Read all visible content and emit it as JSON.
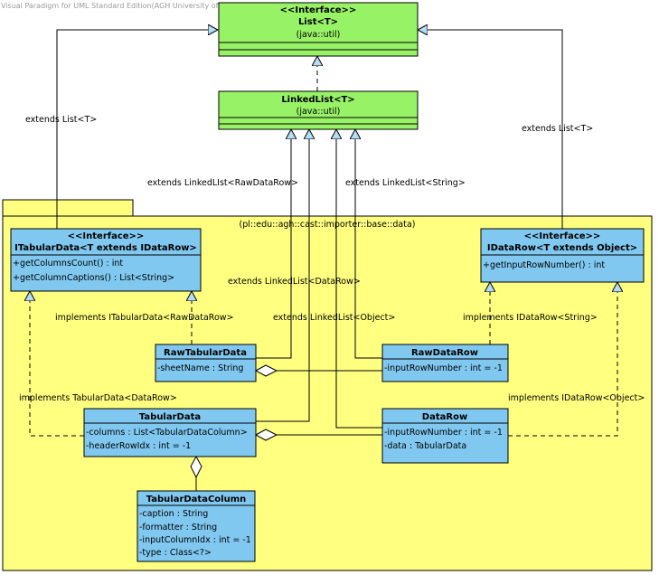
{
  "watermark": "Visual Paradigm for UML Standard Edition(AGH University of Science and Technology)",
  "colors": {
    "interface_fill": "#98f266",
    "class_fill": "#80c8f0",
    "package_fill": "#ffff80",
    "stroke": "#000000"
  },
  "package": {
    "name": "(pl::edu::agh::cast::importer::base::data)"
  },
  "classes": {
    "list": {
      "stereotype": "<<Interface>>",
      "name": "List<T>",
      "package": "(java::util)"
    },
    "linkedlist": {
      "name": "LinkedList<T>",
      "package": "(java::util)"
    },
    "itabular": {
      "stereotype": "<<Interface>>",
      "name": "ITabularData<T extends IDataRow>",
      "members": [
        "+getColumnsCount() : int",
        "+getColumnCaptions() : List<String>"
      ]
    },
    "idatarow": {
      "stereotype": "<<Interface>>",
      "name": "IDataRow<T extends Object>",
      "members": [
        "+getInputRowNumber() : int"
      ]
    },
    "rawtabular": {
      "name": "RawTabularData",
      "members": [
        "-sheetName : String"
      ]
    },
    "rawdatarow": {
      "name": "RawDataRow",
      "members": [
        "-inputRowNumber : int = -1"
      ]
    },
    "tabulardata": {
      "name": "TabularData",
      "members": [
        "-columns : List<TabularDataColumn>",
        "-headerRowIdx : int = -1"
      ]
    },
    "datarow": {
      "name": "DataRow",
      "members": [
        "-inputRowNumber : int = -1",
        "-data : TabularData"
      ]
    },
    "column": {
      "name": "TabularDataColumn",
      "members": [
        "-caption : String",
        "-formatter : String",
        "-inputColumnIdx : int = -1",
        "-type : Class<?>"
      ]
    }
  },
  "labels": {
    "extends_list_left": "extends List<T>",
    "extends_list_right": "extends List<T>",
    "extends_ll_raw": "extends LinkedLIst<RawDataRow>",
    "extends_ll_string": "extends LinkedList<String>",
    "extends_ll_datarow": "extends LinkedList<DataRow>",
    "extends_ll_object": "extends LinkedList<Object>",
    "impl_itab_raw": "implements ITabularData<RawDataRow>",
    "impl_idr_string": "implements IDataRow<String>",
    "impl_tab_datarow": "implements TabularData<DataRow>",
    "impl_idr_object": "implements IDataRow<Object>"
  }
}
